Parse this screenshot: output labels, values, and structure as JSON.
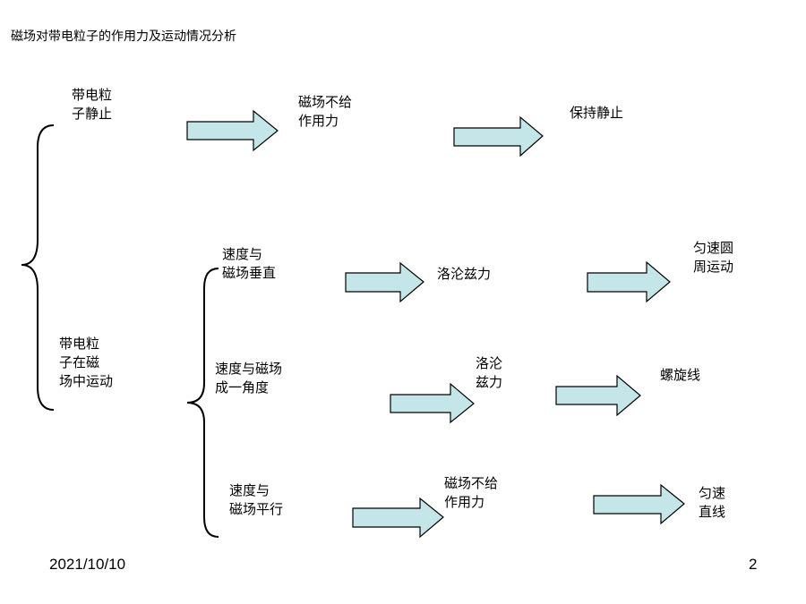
{
  "title": "磁场对带电粒子的作用力及运动情况分析",
  "colors": {
    "arrow_fill": "#c5e6e8",
    "stroke": "#000000"
  },
  "nodes": {
    "static_particle": "带电粒\n子静止",
    "no_force_1": "磁场不给\n作用力",
    "stay_static": "保持静止",
    "moving_particle": "带电粒\n子在磁\n场中运动",
    "perpendicular": "速度与\n磁场垂直",
    "lorentz_1": "洛沦兹力",
    "uniform_circle": "匀速圆\n周运动",
    "angle": "速度与磁场\n成一角度",
    "lorentz_2": "洛沦\n兹力",
    "helix": "螺旋线",
    "parallel": "速度与\n磁场平行",
    "no_force_2": "磁场不给\n作用力",
    "uniform_line": "匀速\n直线"
  },
  "footer": {
    "date": "2021/10/10",
    "page": "2"
  }
}
